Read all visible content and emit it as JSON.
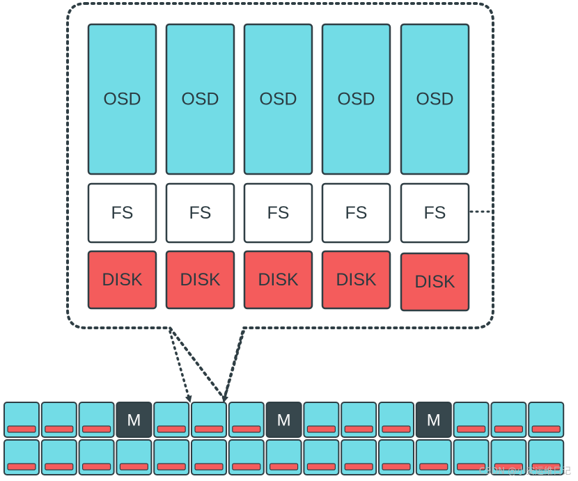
{
  "labels": {
    "osd": "OSD",
    "fs": "FS",
    "disk": "DISK",
    "monitor": "M"
  },
  "node_count": 5,
  "cluster": {
    "rows": 2,
    "cols": 15,
    "monitor_positions": [
      [
        0,
        3
      ],
      [
        0,
        7
      ],
      [
        0,
        11
      ]
    ]
  },
  "colors": {
    "osd": "#72dce6",
    "fs": "#ffffff",
    "disk": "#f45c5c",
    "cell": "#72dce6",
    "monitor": "#37474d",
    "outline": "#2f3e44",
    "dotted": "#2f3e44"
  },
  "watermark": "CSDN @小安运维日记"
}
